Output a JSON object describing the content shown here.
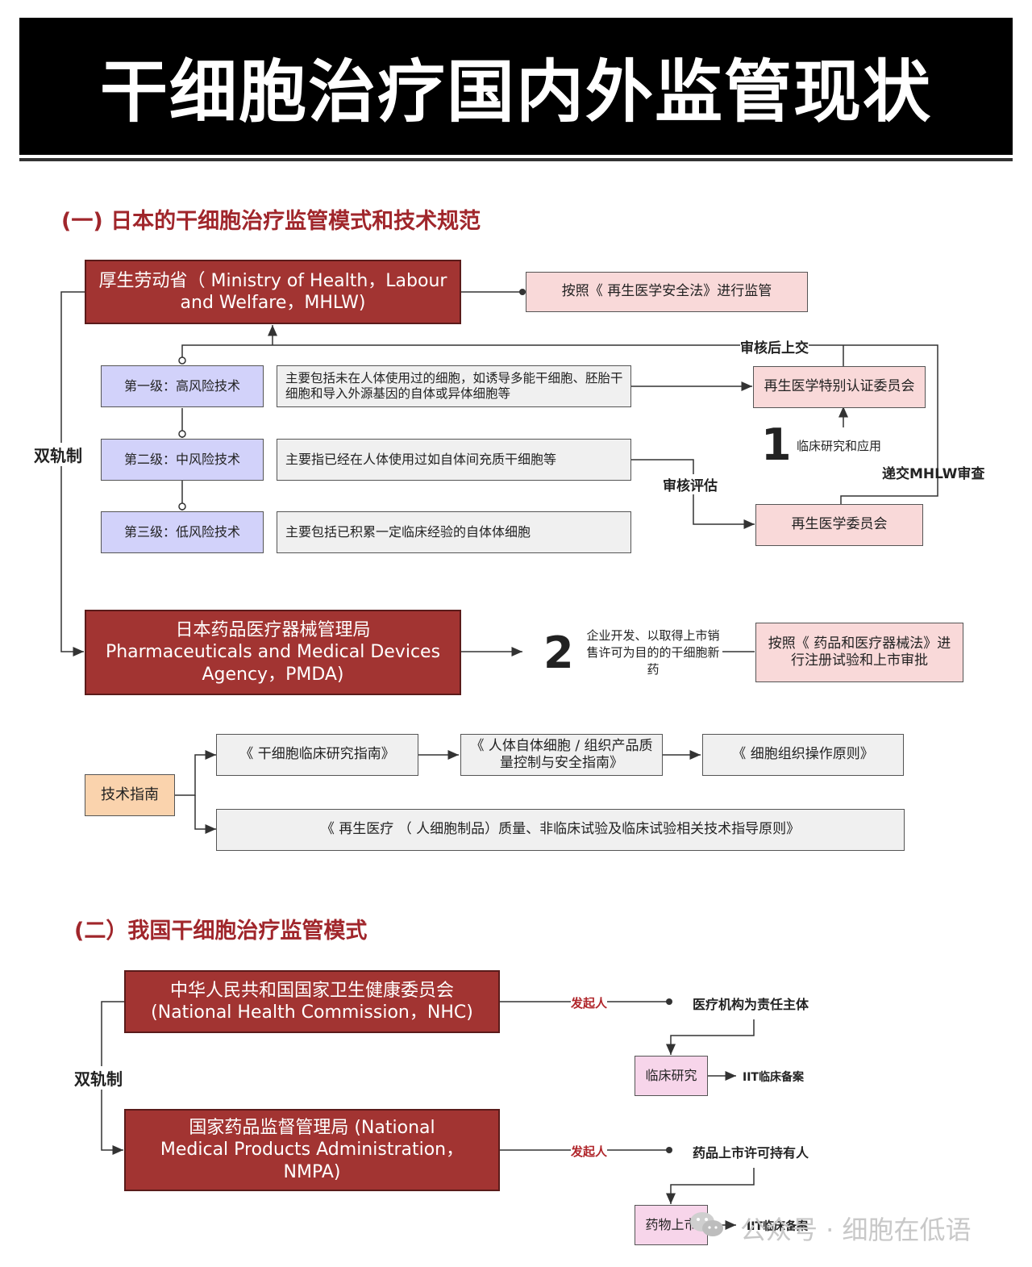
{
  "title": "干细胞治疗国内外监管现状",
  "section1": {
    "heading": "(一) 日本的干细胞治疗监管模式和技术规范",
    "dual_track": "双轨制",
    "mhlw": "厚生劳动省（ Ministry of Health，Labour and Welfare，MHLW)",
    "mhlw_law": "按照《 再生医学安全法》进行监管",
    "review_submit": "审核后上交",
    "levels": [
      {
        "label": "第一级：高风险技术",
        "desc": "主要包括未在人体使用过的细胞，如诱导多能干细胞、胚胎干细胞和导入外源基因的自体或异体细胞等"
      },
      {
        "label": "第二级：中风险技术",
        "desc": "主要指已经在人体使用过如自体间充质干细胞等"
      },
      {
        "label": "第三级：低风险技术",
        "desc": "主要包括已积累一定临床经验的自体体细胞"
      }
    ],
    "special_committee": "再生医学特别认证委员会",
    "num1": "1",
    "clinical_app": "临床研究和应用",
    "submit_mhlw": "递交MHLW审查",
    "review_eval": "审核评估",
    "regen_committee": "再生医学委员会",
    "pmda": "日本药品医疗器械管理局 Pharmaceuticals and Medical Devices Agency，PMDA)",
    "num2": "2",
    "pmda_desc": "企业开发、以取得上市销售许可为目的的干细胞新药",
    "pmda_law": "按照《 药品和医疗器械法》进行注册试验和上市审批",
    "tech_guide": "技术指南",
    "guides": [
      "《 干细胞临床研究指南》",
      "《 人体自体细胞 / 组织产品质量控制与安全指南》",
      "《 细胞组织操作原则》",
      "《 再生医疗 （ 人细胞制品）质量、非临床试验及临床试验相关技术指导原则》"
    ]
  },
  "section2": {
    "heading": "(二）我国干细胞治疗监管模式",
    "dual_track": "双轨制",
    "nhc": "中华人民共和国国家卫生健康委员会 (National Health Commission，NHC)",
    "nmpa": "国家药品监督管理局 (National Medical Products Administration，NMPA)",
    "initiator": "发起人",
    "nhc_subject": "医疗机构为责任主体",
    "clinical_research": "临床研究",
    "iit_filing": "IIT临床备案",
    "nmpa_subject": "药品上市许可持有人",
    "drug_market": "药物上市",
    "iit_filing2": "IIT临床备案"
  },
  "watermark": "公众号 · 细胞在低语",
  "colors": {
    "dark_red": "#a23432",
    "heading_red": "#a0262b",
    "pink": "#f9d9d9",
    "blue": "#d2d2fa",
    "orange": "#fad3ad"
  }
}
